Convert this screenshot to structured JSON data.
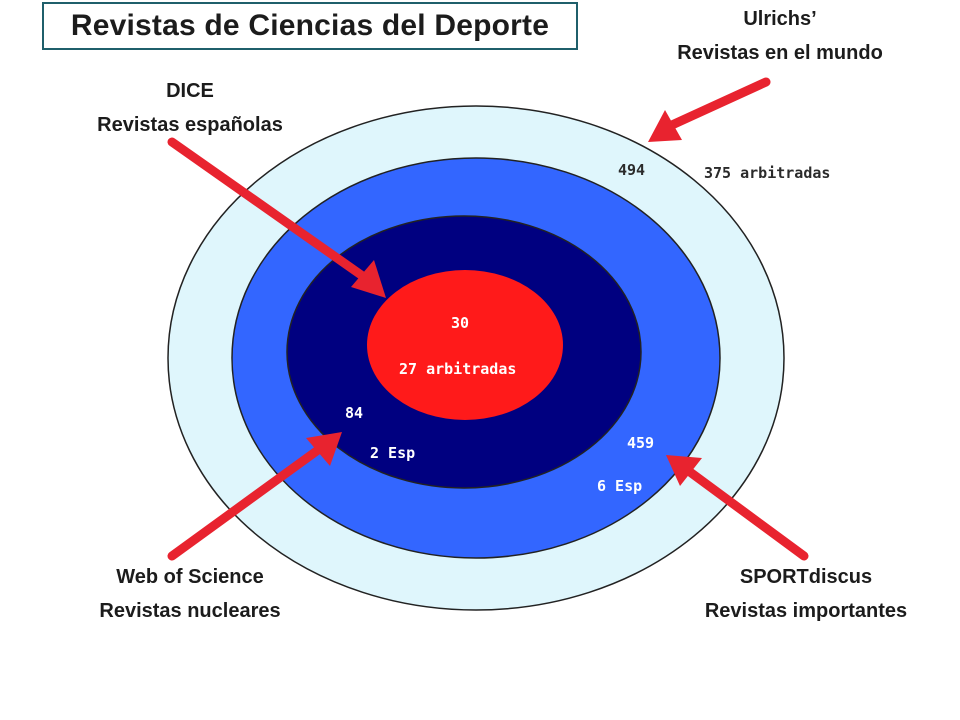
{
  "title": "Revistas de Ciencias del Deporte",
  "colors": {
    "outer_ring": "#dff6fc",
    "second_ring": "#3366ff",
    "third_ring": "#000080",
    "center": "#ff1a1a",
    "arrow": "#e8232f",
    "outline": "#222222"
  },
  "sources": {
    "ulrichs": {
      "name": "Ulrichs’",
      "description": "Revistas en el mundo"
    },
    "dice": {
      "name": "DICE",
      "description": "Revistas españolas"
    },
    "web_of_science": {
      "name": "Web of Science",
      "description": "Revistas nucleares"
    },
    "sportdiscus": {
      "name": "SPORTdiscus",
      "description": "Revistas importantes"
    }
  },
  "rings": {
    "outer": {
      "count": "494",
      "note": "375 arbitradas"
    },
    "second": {
      "count": "459",
      "note": "6 Esp"
    },
    "third": {
      "count": "84",
      "note": "2 Esp"
    },
    "center": {
      "count": "30",
      "note": "27 arbitradas"
    }
  }
}
